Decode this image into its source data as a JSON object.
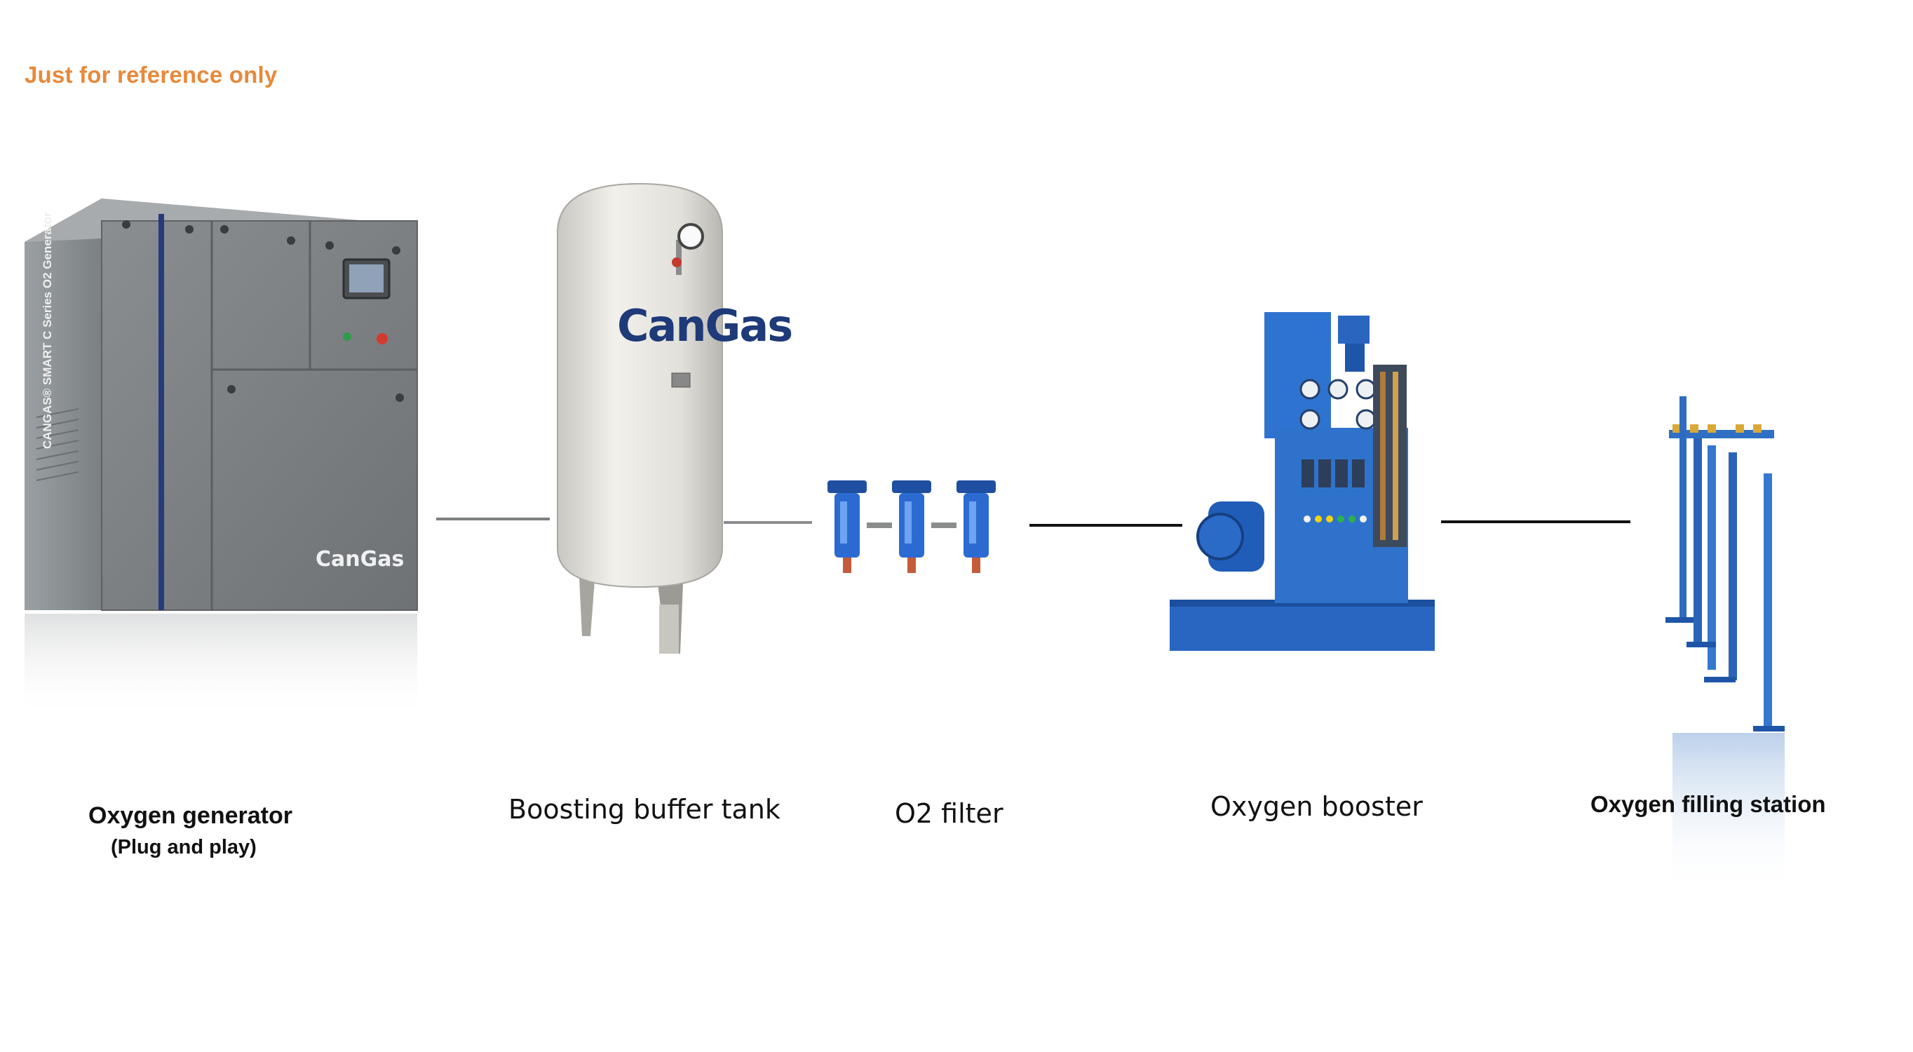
{
  "header": {
    "note": "Just for reference only"
  },
  "equipment": [
    {
      "id": "generator",
      "label": "Oxygen generator",
      "sublabel": "(Plug and play)",
      "panel_text": "CANGAS® SMART C Series O2 Generator",
      "brand": "CanGas"
    },
    {
      "id": "tank",
      "label": "Boosting buffer tank",
      "brand": "CanGas"
    },
    {
      "id": "filter",
      "label": "O2 filter"
    },
    {
      "id": "booster",
      "label": "Oxygen booster"
    },
    {
      "id": "station",
      "label": "Oxygen filling station"
    }
  ],
  "colors": {
    "note": "#e8893a",
    "cabinet": "#7b7f82",
    "tank": "#e8e6e1",
    "equipment_blue": "#2f6fc4",
    "pipe": "#111111"
  }
}
